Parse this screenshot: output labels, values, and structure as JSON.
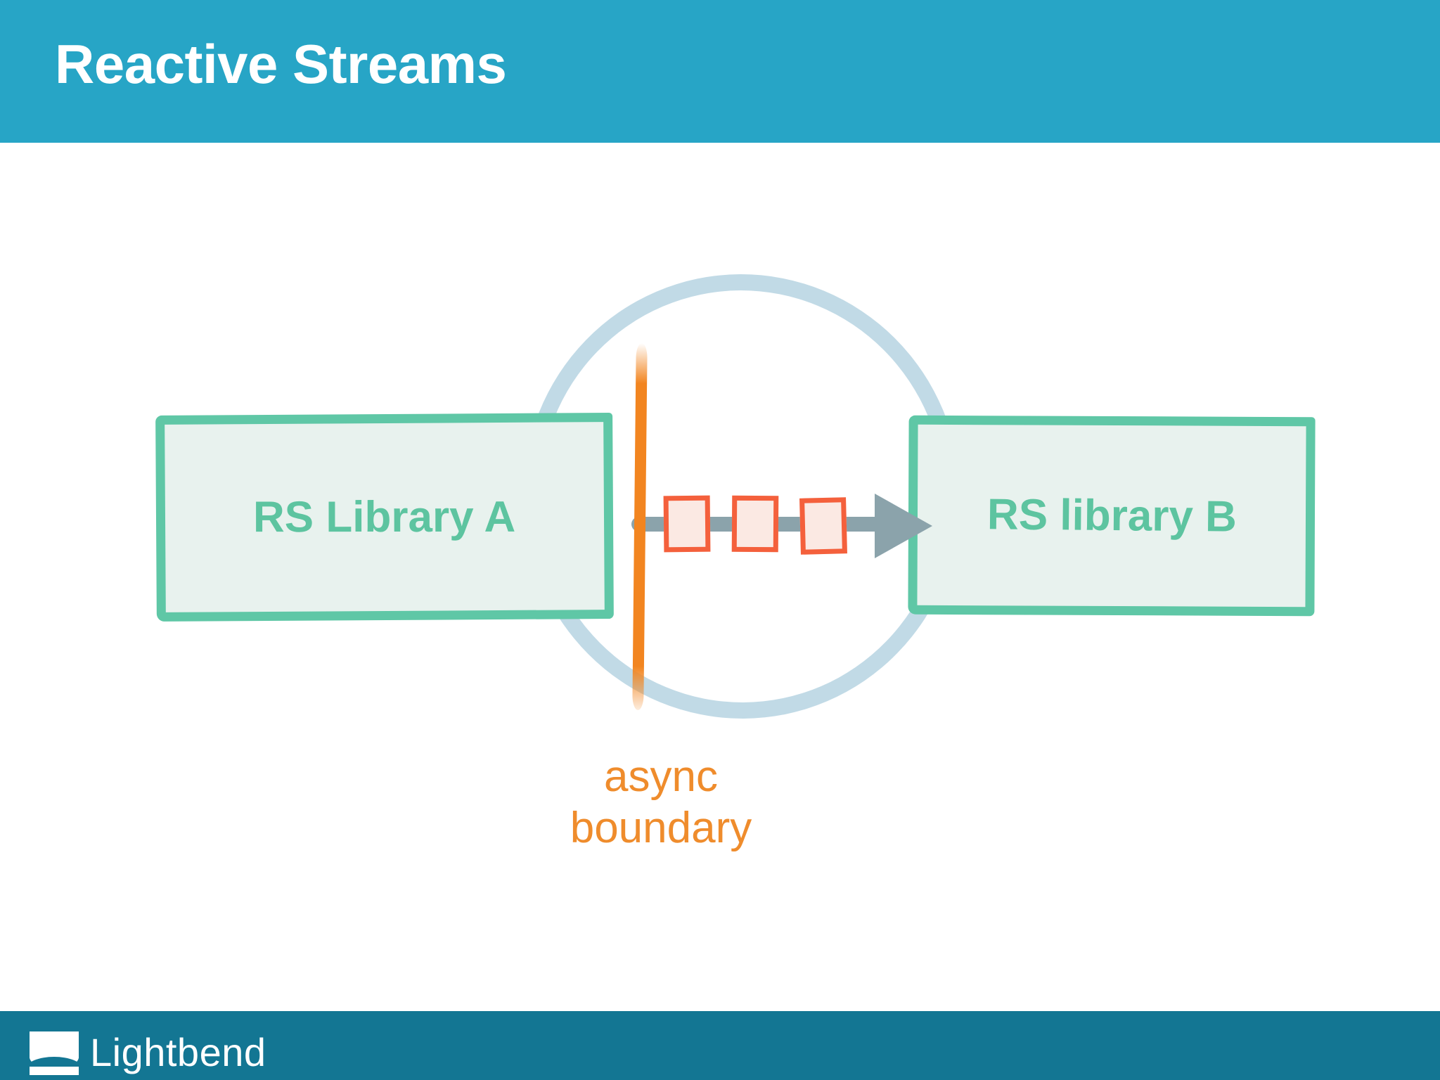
{
  "slide": {
    "title": "Reactive Streams",
    "background_color": "#ffffff"
  },
  "header": {
    "title": "Reactive Streams",
    "background_color": "#27a5c6",
    "text_color": "#ffffff"
  },
  "footer": {
    "brand": "Lightbend",
    "background_color": "#137693",
    "text_color": "#ffffff",
    "logo_icon": "lightbend-logo-icon"
  },
  "diagram": {
    "type": "flow",
    "nodes": [
      {
        "id": "library-a",
        "label": "RS Library A",
        "fill_color": "#e8f2ee",
        "border_color": "#5fc7a6",
        "text_color": "#5dc4a0"
      },
      {
        "id": "library-b",
        "label": "RS library B",
        "fill_color": "#e8f2ee",
        "border_color": "#5fc7a6",
        "text_color": "#5dc4a0"
      }
    ],
    "stream": {
      "arrow_color": "#8ba3ab",
      "direction": "left-to-right",
      "element_count": 3,
      "element_fill_color": "#fbe9e3",
      "element_border_color": "#f4603c"
    },
    "boundary": {
      "caption_line_1": "async",
      "caption_line_2": "boundary",
      "line_color": "#f28520",
      "text_color": "#ef8c2c",
      "circle_color": "#bcd7e4"
    }
  }
}
